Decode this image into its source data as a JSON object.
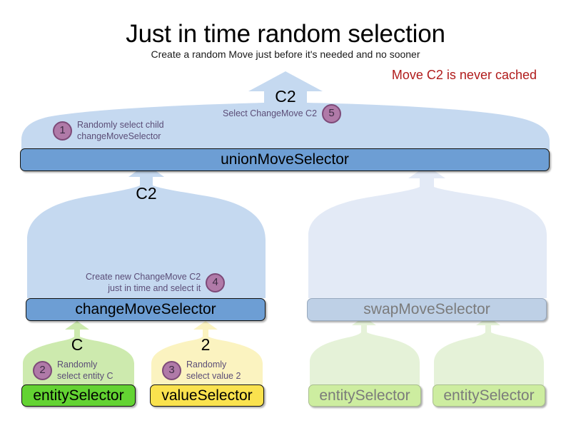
{
  "header": {
    "title": "Just in time random selection",
    "subtitle": "Create a random Move just before it's needed and no sooner",
    "note": "Move C2 is never cached",
    "note_color": "#b01b1b"
  },
  "nodes": {
    "union": {
      "label": "unionMoveSelector",
      "state": "active"
    },
    "change": {
      "label": "changeMoveSelector",
      "state": "active"
    },
    "swap": {
      "label": "swapMoveSelector",
      "state": "faded"
    },
    "entity_c": {
      "label": "entitySelector",
      "state": "active"
    },
    "value_2": {
      "label": "valueSelector",
      "state": "active"
    },
    "swap_entity_1": {
      "label": "entitySelector",
      "state": "faded"
    },
    "swap_entity_2": {
      "label": "entitySelector",
      "state": "faded"
    }
  },
  "flow_labels": {
    "union_out": "C2",
    "change_out": "C2",
    "entity_out": "C",
    "value_out": "2"
  },
  "steps": [
    {
      "number": "1",
      "text": "Randomly select child\nchangeMoveSelector",
      "align": "left"
    },
    {
      "number": "2",
      "text": "Randomly\nselect entity C",
      "align": "left"
    },
    {
      "number": "3",
      "text": "Randomly\nselect value 2",
      "align": "left"
    },
    {
      "number": "4",
      "text": "Create new ChangeMove C2\njust in time and select it",
      "align": "right"
    },
    {
      "number": "5",
      "text": "Select ChangeMove C2",
      "align": "right"
    }
  ],
  "colors": {
    "balloon_blue": "#c5d9f0",
    "balloon_blue_faded": "#e3eaf6",
    "balloon_green": "#cdeaae",
    "balloon_green_faded": "#e5f2d8",
    "balloon_yellow": "#fbf3c0",
    "bar_blue": "#6d9ed4",
    "bar_blue_faded": "#bed0e6",
    "leaf_green": "#63d332",
    "leaf_yellow": "#fae24e",
    "badge": "#b07aa8"
  }
}
